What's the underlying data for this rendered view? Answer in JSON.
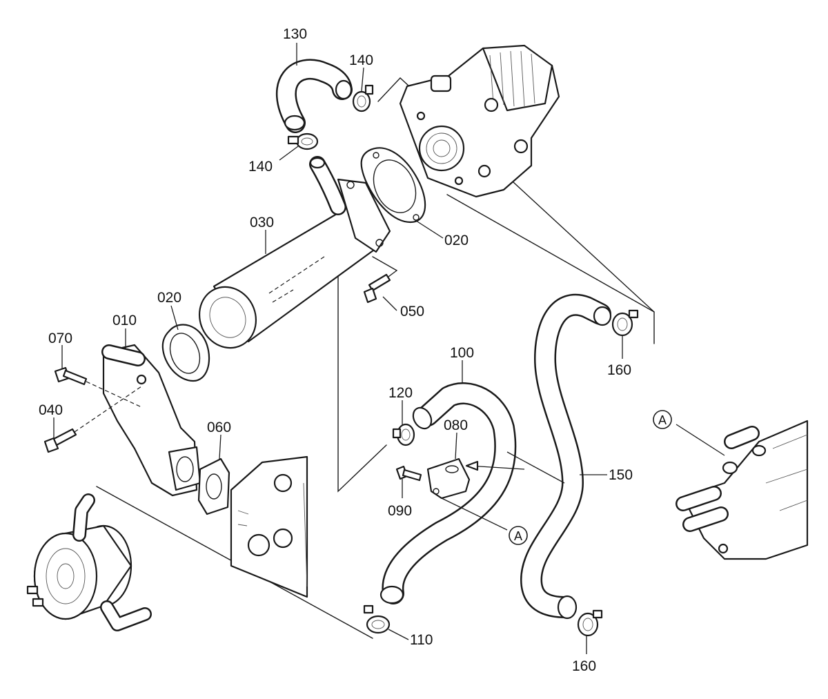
{
  "callouts": {
    "c130": "130",
    "c140a": "140",
    "c140b": "140",
    "c020a": "020",
    "c020b": "020",
    "c030": "030",
    "c050": "050",
    "c010": "010",
    "c070": "070",
    "c040": "040",
    "c060": "060",
    "c100": "100",
    "c120": "120",
    "c080": "080",
    "c090": "090",
    "c110": "110",
    "c150": "150",
    "c160a": "160",
    "c160b": "160"
  },
  "view_marker": "A",
  "view_marker_detail": "A"
}
